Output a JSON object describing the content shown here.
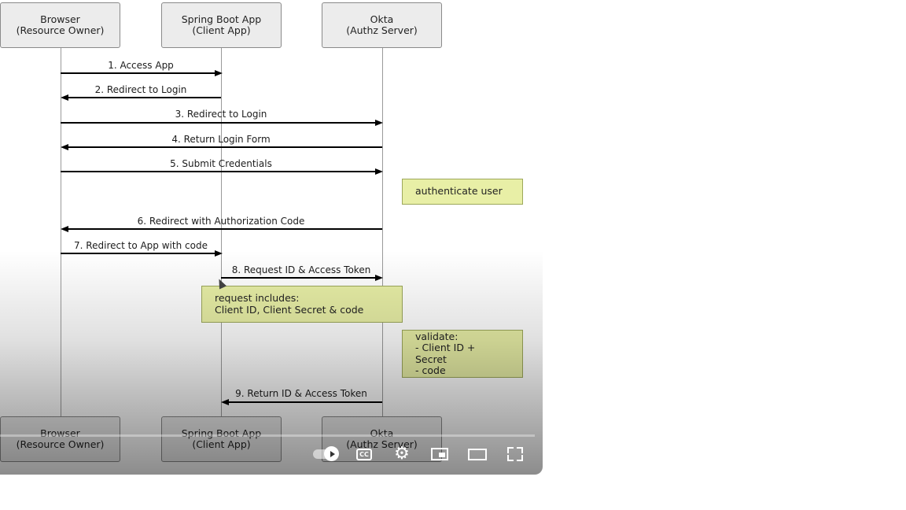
{
  "participants_top": [
    {
      "line1": "Browser",
      "line2": "(Resource Owner)"
    },
    {
      "line1": "Spring Boot App",
      "line2": "(Client App)"
    },
    {
      "line1": "Okta",
      "line2": "(Authz Server)"
    }
  ],
  "participants_bottom": [
    {
      "line1": "Browser",
      "line2": "(Resource Owner)"
    },
    {
      "line1": "Spring Boot App",
      "line2": "(Client App)"
    },
    {
      "line1": "Okta",
      "line2": "(Authz Server)"
    }
  ],
  "messages": [
    "1. Access App",
    "2. Redirect to Login",
    "3. Redirect to Login",
    "4. Return Login Form",
    "5. Submit Credentials",
    "6. Redirect with Authorization Code",
    "7. Redirect to App with code",
    "8. Request ID & Access Token",
    "9. Return ID & Access Token"
  ],
  "notes": {
    "authenticate": "authenticate user",
    "request_line1": "request includes:",
    "request_line2": "Client ID, Client Secret & code",
    "validate_line1": "validate:",
    "validate_line2": "- Client ID + Secret",
    "validate_line3": "- code"
  },
  "player_controls": {
    "autoplay_icon": "autoplay-toggle-icon",
    "cc_label": "CC",
    "settings_icon": "gear-icon",
    "miniplayer_icon": "miniplayer-icon",
    "theater_icon": "theater-mode-icon",
    "fullscreen_icon": "fullscreen-icon"
  }
}
